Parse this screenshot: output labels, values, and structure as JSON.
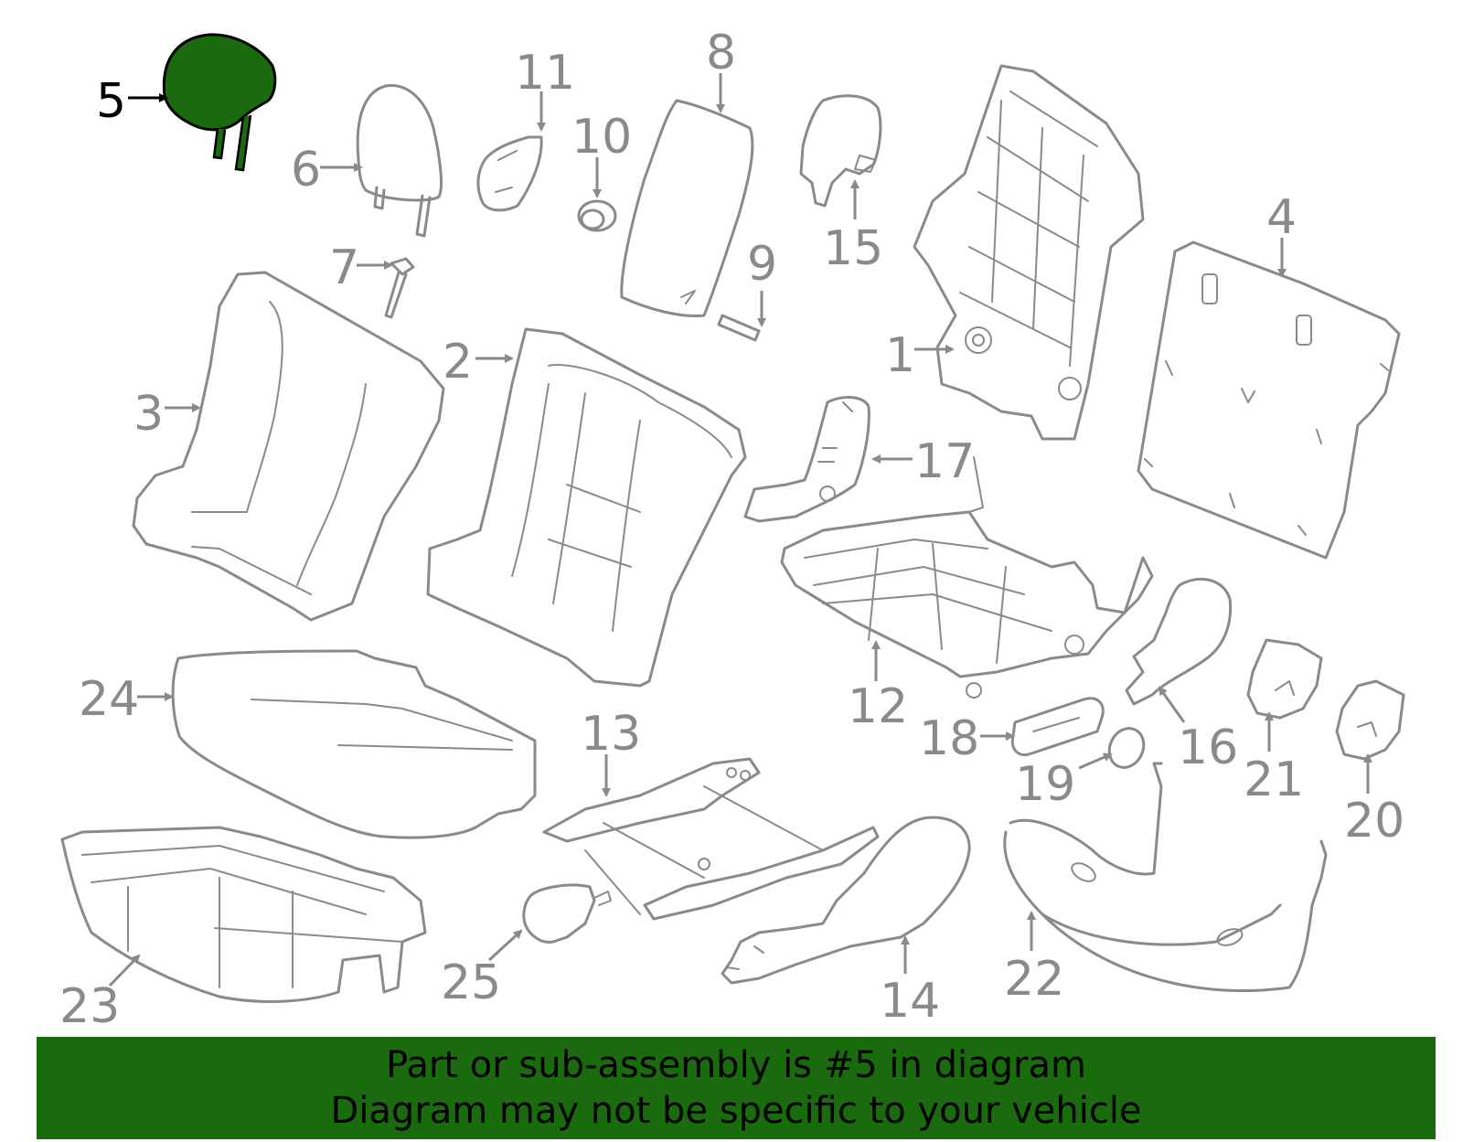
{
  "highlight": {
    "part": "5",
    "color": "#1a6b0e"
  },
  "banner": {
    "line1": "Part or sub-assembly is #5 in diagram",
    "line2": "Diagram may not be specific to your vehicle"
  },
  "callouts": {
    "c1": "1",
    "c2": "2",
    "c3": "3",
    "c4": "4",
    "c5": "5",
    "c6": "6",
    "c7": "7",
    "c8": "8",
    "c9": "9",
    "c10": "10",
    "c11": "11",
    "c12": "12",
    "c13": "13",
    "c14": "14",
    "c15": "15",
    "c16": "16",
    "c17": "17",
    "c18": "18",
    "c19": "19",
    "c20": "20",
    "c21": "21",
    "c22": "22",
    "c23": "23",
    "c24": "24",
    "c25": "25"
  }
}
